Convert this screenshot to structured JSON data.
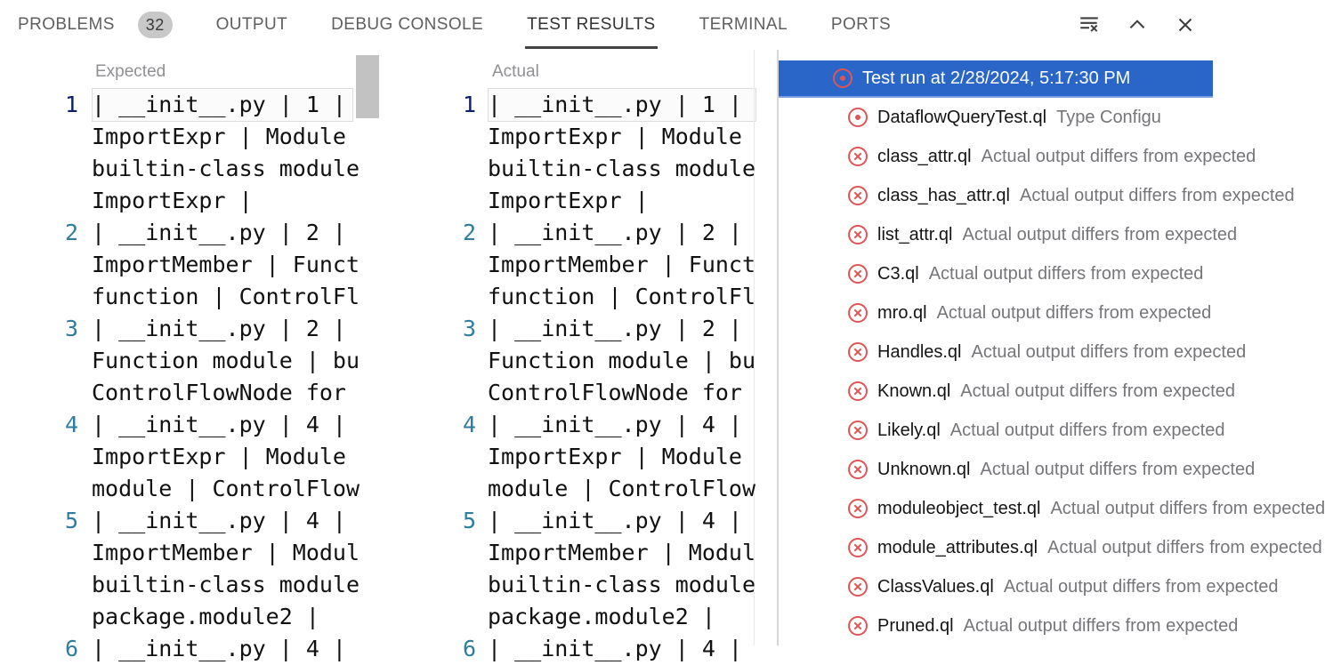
{
  "tabs": {
    "items": [
      {
        "label": "PROBLEMS",
        "badge": "32",
        "active": false
      },
      {
        "label": "OUTPUT",
        "active": false
      },
      {
        "label": "DEBUG CONSOLE",
        "active": false
      },
      {
        "label": "TEST RESULTS",
        "active": true
      },
      {
        "label": "TERMINAL",
        "active": false
      },
      {
        "label": "PORTS",
        "active": false
      }
    ]
  },
  "panel_actions": [
    {
      "icon": "clear-output-icon"
    },
    {
      "icon": "maximize-panel-icon"
    },
    {
      "icon": "close-panel-icon"
    }
  ],
  "diff": {
    "expected": {
      "title": "Expected",
      "rows": [
        {
          "num": "1",
          "text": "| __init__.py | 1 |",
          "current": true
        },
        {
          "num": "",
          "text": "ImportExpr | Module"
        },
        {
          "num": "",
          "text": "builtin-class module"
        },
        {
          "num": "",
          "text": "ImportExpr |"
        },
        {
          "num": "2",
          "text": "| __init__.py | 2 |"
        },
        {
          "num": "",
          "text": "ImportMember | Funct"
        },
        {
          "num": "",
          "text": "function | ControlFl"
        },
        {
          "num": "3",
          "text": "| __init__.py | 2 |"
        },
        {
          "num": "",
          "text": "Function module | bu"
        },
        {
          "num": "",
          "text": "ControlFlowNode for"
        },
        {
          "num": "4",
          "text": "| __init__.py | 4 |"
        },
        {
          "num": "",
          "text": "ImportExpr | Module"
        },
        {
          "num": "",
          "text": "module | ControlFlow"
        },
        {
          "num": "5",
          "text": "| __init__.py | 4 |"
        },
        {
          "num": "",
          "text": "ImportMember | Modul"
        },
        {
          "num": "",
          "text": "builtin-class module"
        },
        {
          "num": "",
          "text": "package.module2 |"
        },
        {
          "num": "6",
          "text": "| __init__.py | 4 |"
        }
      ]
    },
    "actual": {
      "title": "Actual",
      "rows": [
        {
          "num": "1",
          "text": "| __init__.py | 1 |",
          "current": true
        },
        {
          "num": "",
          "text": "ImportExpr | Module"
        },
        {
          "num": "",
          "text": "builtin-class module"
        },
        {
          "num": "",
          "text": "ImportExpr |"
        },
        {
          "num": "2",
          "text": "| __init__.py | 2 |"
        },
        {
          "num": "",
          "text": "ImportMember | Funct"
        },
        {
          "num": "",
          "text": "function | ControlFl"
        },
        {
          "num": "3",
          "text": "| __init__.py | 2 |"
        },
        {
          "num": "",
          "text": "Function module | bu"
        },
        {
          "num": "",
          "text": "ControlFlowNode for"
        },
        {
          "num": "4",
          "text": "| __init__.py | 4 |"
        },
        {
          "num": "",
          "text": "ImportExpr | Module"
        },
        {
          "num": "",
          "text": "module | ControlFlow"
        },
        {
          "num": "5",
          "text": "| __init__.py | 4 |"
        },
        {
          "num": "",
          "text": "ImportMember | Modul"
        },
        {
          "num": "",
          "text": "builtin-class module"
        },
        {
          "num": "",
          "text": "package.module2 |"
        },
        {
          "num": "6",
          "text": "| __init__.py | 4 |"
        }
      ]
    }
  },
  "test_results": {
    "run": {
      "label": "Test run at 2/28/2024, 5:17:30 PM",
      "icon": "test-errored-icon"
    },
    "items": [
      {
        "name": "DataflowQueryTest.ql",
        "message": "Type Configu",
        "icon": "test-errored-icon"
      },
      {
        "name": "class_attr.ql",
        "message": "Actual output differs from expected",
        "icon": "test-failed-icon"
      },
      {
        "name": "class_has_attr.ql",
        "message": "Actual output differs from expected",
        "icon": "test-failed-icon"
      },
      {
        "name": "list_attr.ql",
        "message": "Actual output differs from expected",
        "icon": "test-failed-icon"
      },
      {
        "name": "C3.ql",
        "message": "Actual output differs from expected",
        "icon": "test-failed-icon"
      },
      {
        "name": "mro.ql",
        "message": "Actual output differs from expected",
        "icon": "test-failed-icon"
      },
      {
        "name": "Handles.ql",
        "message": "Actual output differs from expected",
        "icon": "test-failed-icon"
      },
      {
        "name": "Known.ql",
        "message": "Actual output differs from expected",
        "icon": "test-failed-icon"
      },
      {
        "name": "Likely.ql",
        "message": "Actual output differs from expected",
        "icon": "test-failed-icon"
      },
      {
        "name": "Unknown.ql",
        "message": "Actual output differs from expected",
        "icon": "test-failed-icon"
      },
      {
        "name": "moduleobject_test.ql",
        "message": "Actual output differs from expected",
        "icon": "test-failed-icon"
      },
      {
        "name": "module_attributes.ql",
        "message": "Actual output differs from expected",
        "icon": "test-failed-icon"
      },
      {
        "name": "ClassValues.ql",
        "message": "Actual output differs from expected",
        "icon": "test-failed-icon"
      },
      {
        "name": "Pruned.ql",
        "message": "Actual output differs from expected",
        "icon": "test-failed-icon"
      }
    ]
  },
  "colors": {
    "selection_blue": "#2a65c8",
    "test_icon_red": "#e15453",
    "line_number": "#2f7d9e",
    "current_line_number": "#0b216f",
    "tab_active": "#333333",
    "tab_inactive": "#5f5f5f"
  }
}
